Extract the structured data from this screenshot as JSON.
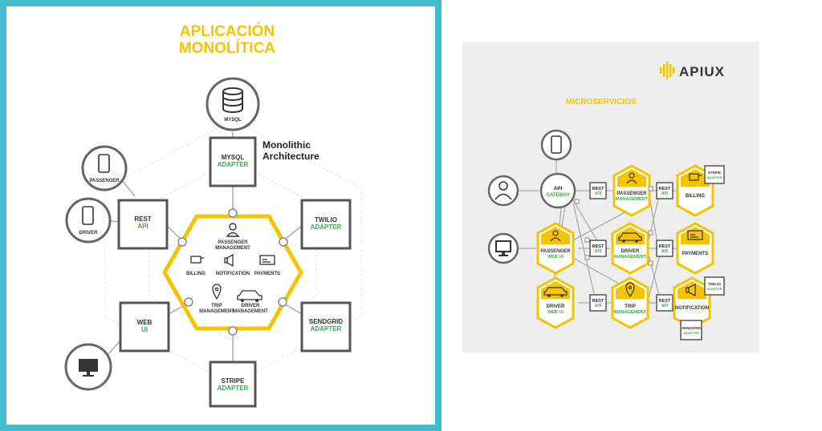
{
  "colors": {
    "frame": "#41bccc",
    "accent": "#f5c400",
    "green": "#3aa94a",
    "dark": "#4a4a4a",
    "panel": "#eeeeee"
  },
  "monolith": {
    "title_line1": "APLICACIÓN",
    "title_line2": "MONOLÍTICA",
    "caption_line1": "Monolithic",
    "caption_line2": "Architecture",
    "mysql": "MYSQL",
    "mysql_adapter": {
      "name": "MYSQL",
      "sub": "ADAPTER"
    },
    "rest_api": {
      "name": "REST",
      "sub": "API"
    },
    "web_ui": {
      "name": "WEB",
      "sub": "UI"
    },
    "twilio": {
      "name": "TWILIO",
      "sub": "ADAPTER"
    },
    "sendgrid": {
      "name": "SENDGRID",
      "sub": "ADAPTER"
    },
    "stripe": {
      "name": "STRIPE",
      "sub": "ADAPTER"
    },
    "passenger": "PASSENGER",
    "driver": "DRIVER",
    "core": {
      "passenger_mgmt_1": "PASSENGER",
      "passenger_mgmt_2": "MANAGEMENT",
      "billing": "BILLING",
      "notification": "NOTIFICATION",
      "payments": "PAYMENTS",
      "trip_1": "TRIP",
      "trip_2": "MANAGEMENT",
      "driver_mgmt_1": "DRIVER",
      "driver_mgmt_2": "MANAGEMENT"
    }
  },
  "micro": {
    "brand": "APIUX",
    "title": "MICROSERVICIOS",
    "api_gateway": {
      "name": "API",
      "sub": "GATEWAY"
    },
    "rest_api": {
      "name": "REST",
      "sub": "API"
    },
    "passenger_mgmt": {
      "name": "PASSENGER",
      "sub": "MANAGEMENT"
    },
    "billing": "BILLING",
    "passenger_web": {
      "name": "PASSENGER",
      "sub": "WEB UI"
    },
    "driver_mgmt": {
      "name": "DRIVER",
      "sub": "MANAGEMENT"
    },
    "payments": "PAYMENTS",
    "driver_web": {
      "name": "DRIVER",
      "sub": "WEB UI"
    },
    "trip_mgmt": {
      "name": "TRIP",
      "sub": "MANAGEMENT"
    },
    "notification": "NOTIFICATION",
    "stripe": {
      "name": "STRIPE",
      "sub": "ADAPTER"
    },
    "twilio": {
      "name": "TWILIO",
      "sub": "ADAPTER"
    },
    "sendgrid": {
      "name": "SENDGRID",
      "sub": "ADAPTER"
    }
  }
}
